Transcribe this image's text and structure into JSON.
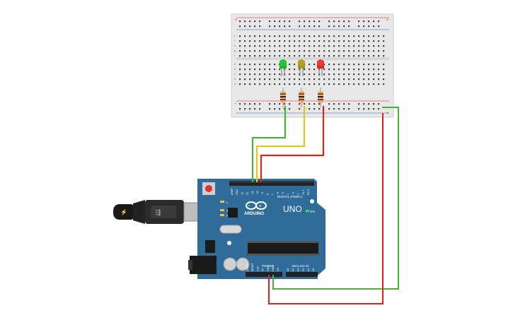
{
  "board": {
    "logo_text": "ARDUINO",
    "model_text": "UNO",
    "on_label": "ON",
    "digital_header": "DIGITAL (PWM~)",
    "power_header": "POWER",
    "analog_header": "ANALOG IN",
    "led_l": "L",
    "led_tx": "TX",
    "led_rx": "RX",
    "pin_labels_top": [
      "AREF",
      "GND",
      "13",
      "12",
      "~11",
      "~10",
      "~9",
      "8",
      "7",
      "~6",
      "~5",
      "4",
      "~3",
      "2",
      "TX 1",
      "RX 0"
    ],
    "pin_labels_power": [
      "IOREF",
      "RESET",
      "3.3V",
      "5V",
      "GND",
      "GND",
      "Vin"
    ],
    "pin_labels_analog": [
      "A0",
      "A1",
      "A2",
      "A3",
      "A4",
      "A5"
    ]
  },
  "breadboard": {
    "row_letters_top": [
      "j",
      "i",
      "h",
      "g",
      "f"
    ],
    "row_letters_bottom": [
      "e",
      "d",
      "c",
      "b",
      "a"
    ],
    "rail_plus": "+",
    "rail_minus": "-"
  },
  "components": {
    "leds": [
      {
        "name": "green-led",
        "color": "#1db32b"
      },
      {
        "name": "yellow-led",
        "color": "#a8901c"
      },
      {
        "name": "red-led",
        "color": "#e22323"
      }
    ],
    "resistor_count": 3
  },
  "wires": [
    {
      "name": "green-wire",
      "color": "#4cae3c",
      "from": "pin 13",
      "to": "green LED resistor"
    },
    {
      "name": "yellow-wire",
      "color": "#e6c41c",
      "from": "pin 12",
      "to": "yellow LED resistor"
    },
    {
      "name": "red-wire",
      "color": "#d9261c",
      "from": "pin 11",
      "to": "red LED resistor"
    },
    {
      "name": "ground-wire",
      "color": "#4cae3c",
      "from": "GND",
      "to": "breadboard rail"
    },
    {
      "name": "power-wire",
      "color": "#d9261c",
      "from": "5V",
      "to": "breadboard rail"
    }
  ],
  "colors": {
    "board_blue": "#2f6c9a",
    "board_dark": "#215478",
    "breadboard_bg": "#e9e9e9"
  }
}
